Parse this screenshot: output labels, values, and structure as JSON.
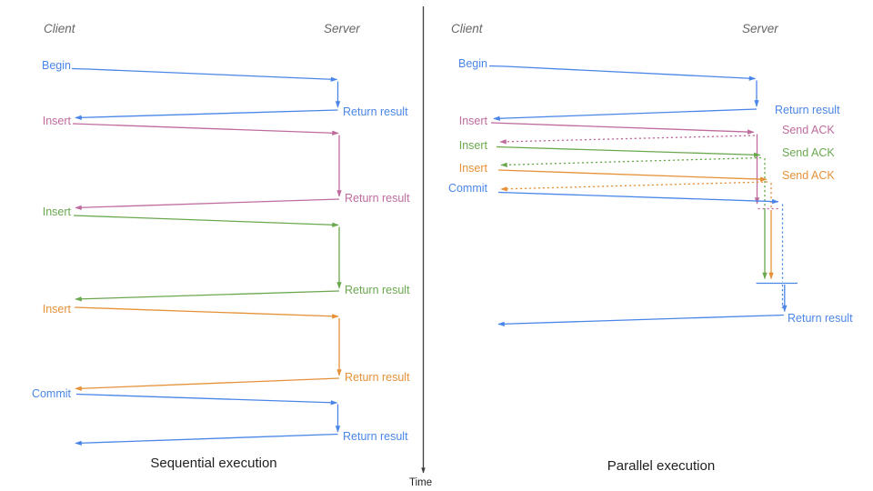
{
  "colors": {
    "blue": "#4a86e8",
    "pink": "#bf6b9e",
    "green": "#6aa84f",
    "orange": "#e69138",
    "axis": "#3d3d3d",
    "header": "#666666",
    "title": "#1f1f1f"
  },
  "left": {
    "title": "Sequential execution",
    "client_header": "Client",
    "server_header": "Server",
    "messages": [
      {
        "label": "Begin",
        "color": "blue",
        "response": "Return result"
      },
      {
        "label": "Insert",
        "color": "pink",
        "response": "Return result"
      },
      {
        "label": "Insert",
        "color": "green",
        "response": "Return result"
      },
      {
        "label": "Insert",
        "color": "orange",
        "response": "Return result"
      },
      {
        "label": "Commit",
        "color": "blue",
        "response": "Return result"
      }
    ]
  },
  "right": {
    "title": "Parallel execution",
    "client_header": "Client",
    "server_header": "Server",
    "messages": [
      {
        "label": "Begin",
        "color": "blue",
        "response": "Return result",
        "response_style": "solid"
      },
      {
        "label": "Insert",
        "color": "pink",
        "response": "Send ACK",
        "response_style": "dashed"
      },
      {
        "label": "Insert",
        "color": "green",
        "response": "Send ACK",
        "response_style": "dashed"
      },
      {
        "label": "Insert",
        "color": "orange",
        "response": "Send ACK",
        "response_style": "dashed"
      },
      {
        "label": "Commit",
        "color": "blue",
        "response": "Return result",
        "response_style": "solid"
      }
    ]
  },
  "time_axis": {
    "label": "Time"
  }
}
